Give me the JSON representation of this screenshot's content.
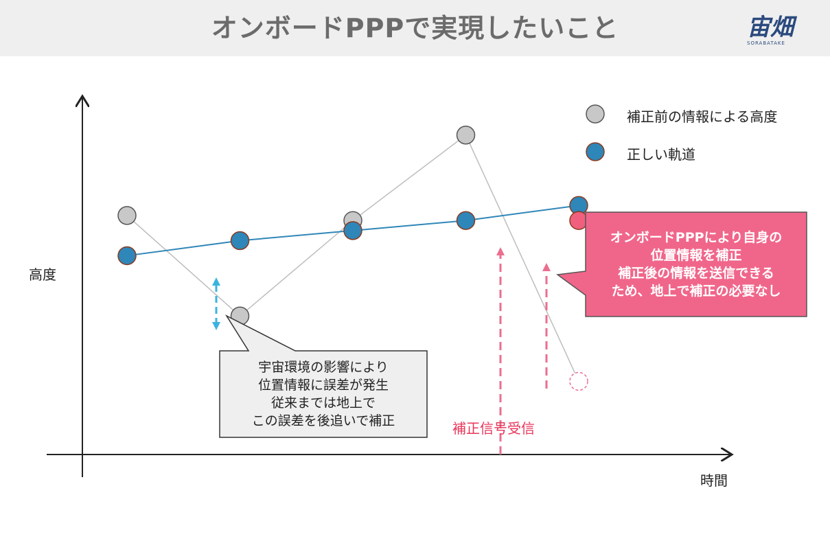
{
  "header": {
    "title": "オンボードPPPで実現したいこと"
  },
  "logo": {
    "mark": "宙畑",
    "sub": "SORABATAKE"
  },
  "axes": {
    "ylabel": "高度",
    "xlabel": "時間"
  },
  "legend": {
    "items": [
      {
        "label": "補正前の情報による高度",
        "color": "#c8c8c8"
      },
      {
        "label": "正しい軌道",
        "color": "#2f86b8"
      }
    ]
  },
  "callouts": {
    "gray": {
      "lines": [
        "宇宙環境の影響により",
        "位置情報に誤差が発生",
        "従来までは地上で",
        "この誤差を後追いで補正"
      ]
    },
    "pink": {
      "lines": [
        "オンボードPPPにより自身の",
        "位置情報を補正",
        "補正後の情報を送信できる",
        "ため、地上で補正の必要なし"
      ]
    }
  },
  "signal": {
    "label": "補正信号受信"
  },
  "colors": {
    "gray_point": "#c8c8c8",
    "blue_point": "#2f86b8",
    "corrected_point": "#f0607e",
    "pink_box": "#f0668a",
    "arrow_blue": "#3bb3e0",
    "arrow_pink": "#ea6f8f",
    "signal_text": "#e8355b"
  },
  "chart_data": {
    "type": "line",
    "xlabel": "時間",
    "ylabel": "高度",
    "series": [
      {
        "name": "補正前の情報による高度",
        "points": [
          [
            1,
            4.6
          ],
          [
            2,
            2.6
          ],
          [
            3,
            4.5
          ],
          [
            4,
            6.2
          ],
          [
            5,
            1.3
          ]
        ]
      },
      {
        "name": "正しい軌道",
        "points": [
          [
            1,
            3.8
          ],
          [
            2,
            4.1
          ],
          [
            3,
            4.3
          ],
          [
            4,
            4.5
          ],
          [
            5,
            4.8
          ]
        ]
      }
    ],
    "corrected_point": [
      5,
      4.5
    ],
    "signal_x": 4.5
  }
}
